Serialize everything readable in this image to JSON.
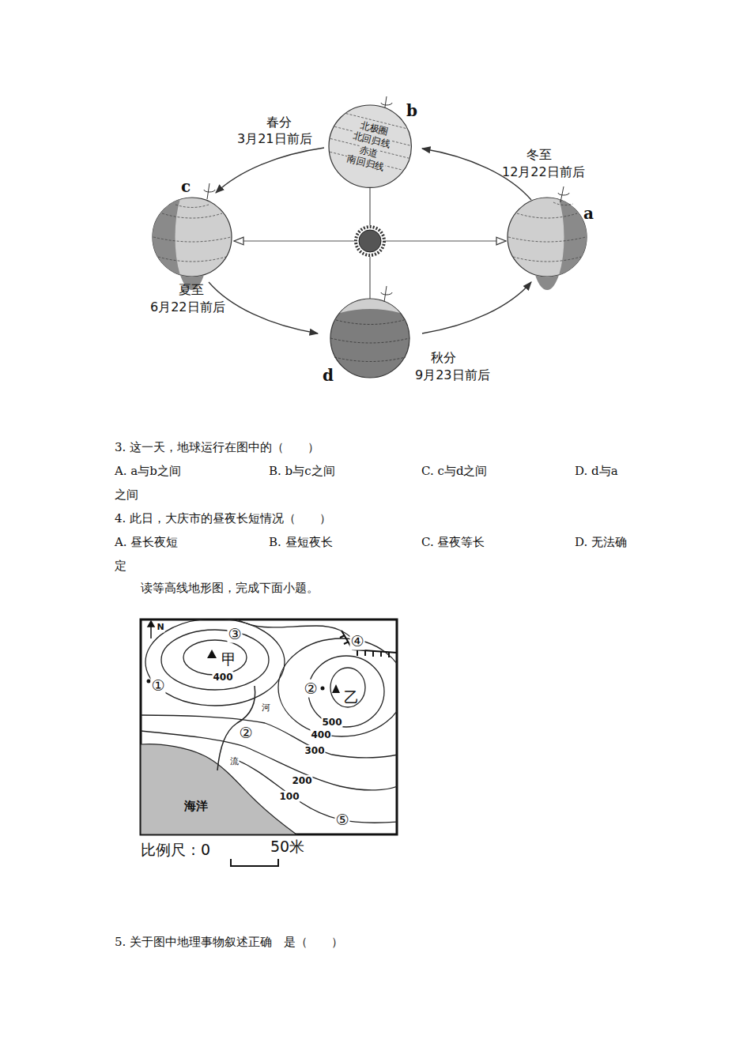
{
  "diagram": {
    "nodes": [
      {
        "text": [
          "北极圈",
          "北回归线",
          "赤道",
          "南回归线"
        ]
      }
    ],
    "labels": [
      "b",
      "春分",
      "3月21日前后",
      "冬至",
      "12月22日前后",
      "c",
      "a",
      "夏至",
      "6月22日前后",
      "秋分",
      "9月23日前后",
      "d",
      "3. 这一天，地球运行在图中的（　　）",
      "A. a与b之间",
      "B. b与c之间",
      "C. c与d之间",
      "D. d与a",
      "之间",
      "4. 此日，大庆市的昼夜长短情况（　　）",
      "A. 昼长夜短",
      "B. 昼短夜长",
      "C. 昼夜等长",
      "D. 无法确",
      "定",
      "读等高线地形图，完成下面小题。",
      "N",
      "③",
      "④",
      "甲",
      "①",
      "400",
      "②",
      "乙",
      "河",
      "500",
      "②",
      "400",
      "300",
      "流",
      "200",
      "100",
      "海洋",
      "⑤",
      "比例尺：0",
      "50米",
      "5. 关于图中地理事物叙述正确　是（　　）"
    ]
  }
}
